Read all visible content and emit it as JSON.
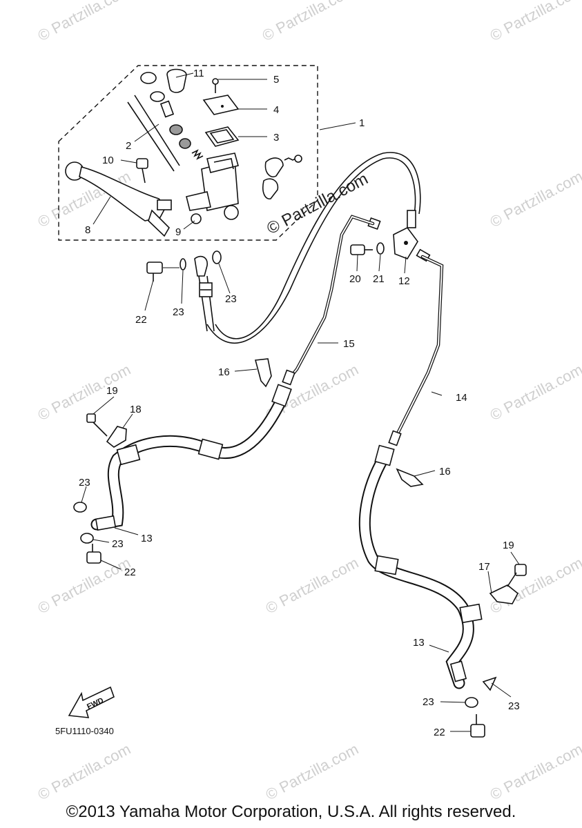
{
  "diagram": {
    "code": "5FU1110-0340",
    "copyright": "©2013 Yamaha Motor Corporation, U.S.A. All rights reserved.",
    "watermark_text": "© Partzilla.com",
    "center_watermark": "© Partzilla.com",
    "fwd_label": "FWD",
    "callouts": [
      "1",
      "2",
      "3",
      "4",
      "5",
      "8",
      "9",
      "10",
      "11",
      "12",
      "13",
      "13",
      "14",
      "15",
      "16",
      "16",
      "17",
      "18",
      "19",
      "19",
      "20",
      "21",
      "22",
      "22",
      "22",
      "23",
      "23",
      "23",
      "23",
      "23",
      "23"
    ]
  }
}
